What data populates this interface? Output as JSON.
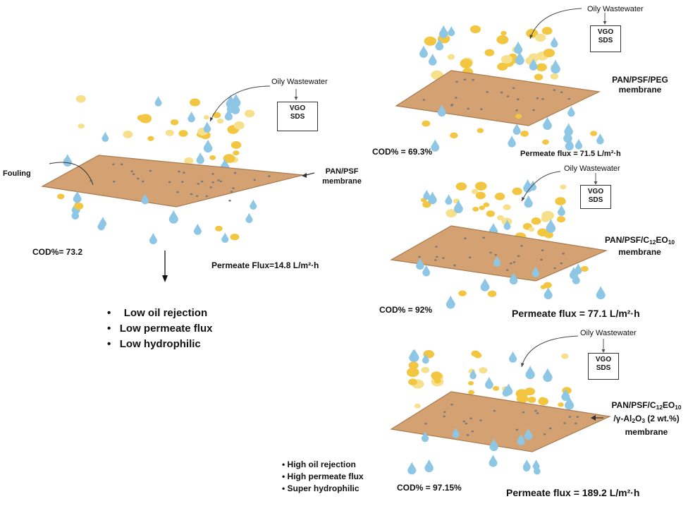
{
  "colors": {
    "membrane_fill": "#d4a272",
    "membrane_edge": "#a87a4e",
    "water_drop": "#8ec7e6",
    "oil_drop": "#f2c640",
    "oil_light": "#f7e08c",
    "pore": "#7a7a7a"
  },
  "feed_label": "Oily Wastewater",
  "feed_box": {
    "line1": "VGO",
    "line2": "SDS"
  },
  "left_panel": {
    "fouling_label": "Fouling",
    "membrane_line1": "PAN/PSF",
    "membrane_line2": "membrane",
    "cod": "COD%= 73.2",
    "flux": "Permeate Flux=14.8  L/m²·h",
    "bullets": [
      "Low oil rejection",
      "Low permeate flux",
      "Low hydrophilic"
    ]
  },
  "panel1": {
    "membrane_line1": "PAN/PSF/PEG",
    "membrane_line2": "membrane",
    "cod": "COD% = 69.3%",
    "flux": "Permeate flux = 71.5 L/m²·h"
  },
  "panel2": {
    "membrane_prefix": "PAN/PSF/C",
    "sub1": "12",
    "mid": "EO",
    "sub2": "10",
    "membrane_line2": "membrane",
    "cod": "COD% = 92%",
    "flux": "Permeate flux = 77.1 L/m²·h"
  },
  "panel3": {
    "membrane_prefix": "PAN/PSF/C",
    "sub1": "12",
    "mid": "EO",
    "sub2": "10",
    "line2_prefix": "/γ-Al",
    "sub3": "2",
    "line2_mid": "O",
    "sub4": "3",
    "line2_suffix": " (2 wt.%)",
    "membrane_line3": "membrane",
    "cod": "COD% = 97.15%",
    "flux": "Permeate flux = 189.2 L/m²·h"
  },
  "right_bullets": [
    "High oil rejection",
    "High permeate flux",
    "Super hydrophilic"
  ]
}
